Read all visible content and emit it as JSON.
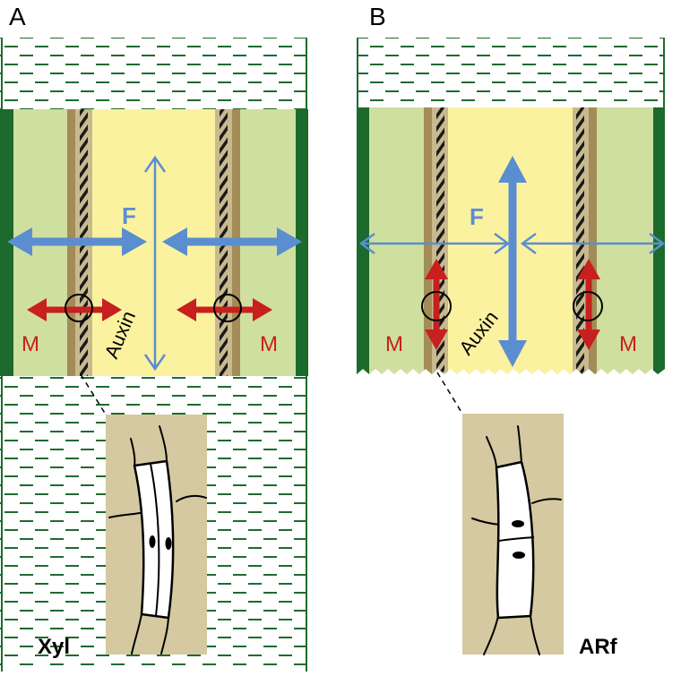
{
  "panel_a": {
    "letter": "A",
    "force_label": "F",
    "movement_label_left": "M",
    "movement_label_right": "M",
    "hormone_label": "Auxin",
    "inset_label": "Xyl"
  },
  "panel_b": {
    "letter": "B",
    "force_label": "F",
    "movement_label_left": "M",
    "movement_label_right": "M",
    "hormone_label": "Auxin",
    "inset_label": "ARf"
  },
  "colors": {
    "background": "#ffffff",
    "hatching": "#1e6b2e",
    "dark_green_edge": "#1c6a2c",
    "pale_green_tissue": "#cfdf9f",
    "pale_yellow_center": "#fbf2a0",
    "tan_strand": "#a38c57",
    "beige_band": "#c8b98e",
    "inset_background": "#d4c9a1",
    "blue_arrow": "#5b8ed0",
    "red_arrow": "#c7201e",
    "black": "#000000"
  }
}
